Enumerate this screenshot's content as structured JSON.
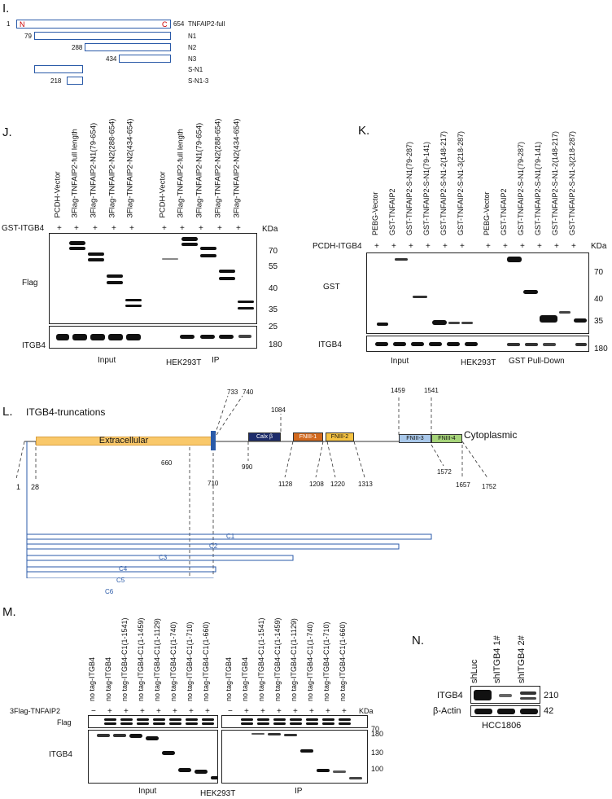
{
  "panel_i": {
    "letter": "I.",
    "start": "1",
    "end": "654",
    "full_label": "TNFAIP2-full",
    "n_label": "N",
    "c_label": "C",
    "constructs": [
      {
        "name": "N1",
        "start": "79"
      },
      {
        "name": "N2",
        "start": "288"
      },
      {
        "name": "N3",
        "start": "434"
      },
      {
        "name": "S-N1",
        "start": ""
      },
      {
        "name": "S-N1-3",
        "start": "218"
      }
    ]
  },
  "panel_j": {
    "letter": "J.",
    "plus": "+",
    "lanes": [
      "PCDH-Vector",
      "3Flag-TNFAIP2-full length",
      "3Flag-TNFAIP2-N1(79-654)",
      "3Flag-TNFAIP2-N2(288-654)",
      "3Flag-TNFAIP2-N2(434-654)",
      "PCDH-Vector",
      "3Flag-TNFAIP2-full length",
      "3Flag-TNFAIP2-N1(79-654)",
      "3Flag-TNFAIP2-N2(288-654)",
      "3Flag-TNFAIP2-N2(434-654)"
    ],
    "row_label": "GST-ITGB4",
    "kda": "KDa",
    "blot1": "Flag",
    "blot2": "ITGB4",
    "markers": [
      "70",
      "55",
      "40",
      "35",
      "25"
    ],
    "marker2": "180",
    "input": "Input",
    "cell": "HEK293T",
    "ip": "IP"
  },
  "panel_k": {
    "letter": "K.",
    "plus": "+",
    "lanes": [
      "PEBG-Vector",
      "GST-TNFAIP2",
      "GST-TNFAIP2-S-N1(79-287)",
      "GST-TNFAIP2-S-N1(79-141)",
      "GST-TNFAIP2-S-N1-2(148-217)",
      "GST-TNFAIP2-S-N1-3(218-287)",
      "PEBG-Vector",
      "GST-TNFAIP2",
      "GST-TNFAIP2-S-N1(79-287)",
      "GST-TNFAIP2-S-N1(79-141)",
      "GST-TNFAIP2-S-N1-2(148-217)",
      "GST-TNFAIP2-S-N1-3(218-287)"
    ],
    "row_label": "PCDH-ITGB4",
    "kda": "KDa",
    "blot1": "GST",
    "blot2": "ITGB4",
    "markers": [
      "70",
      "40",
      "35"
    ],
    "marker2": "180",
    "input": "Input",
    "cell": "HEK293T",
    "pulldown": "GST Pull-Down"
  },
  "panel_l": {
    "letter": "L.",
    "title": "ITGB4-truncations",
    "extracellular": "Extracellular",
    "calx": "Calx β",
    "f1": "FNIII-1",
    "f2": "FNIII-2",
    "f3": "FNIII-3",
    "f4": "FNIII-4",
    "cyto": "Cytoplasmic",
    "positions": {
      "p1": "1",
      "p28": "28",
      "p660": "660",
      "p710": "710",
      "p733": "733",
      "p740": "740",
      "p990": "990",
      "p1084": "1084",
      "p1128": "1128",
      "p1208": "1208",
      "p1220": "1220",
      "p1313": "1313",
      "p1459": "1459",
      "p1541": "1541",
      "p1572": "1572",
      "p1657": "1657",
      "p1752": "1752"
    },
    "constructs": [
      "C1",
      "C2",
      "C3",
      "C4",
      "C5",
      "C6"
    ],
    "colors": {
      "extracellular": "#f9c86a",
      "tm": "#2a5aa8",
      "calx": "#1d2c6b",
      "fn1": "#d2691e",
      "fn2": "#f5c242",
      "fn3": "#a9c8ea",
      "fn4": "#a6d47a",
      "line": "#2a5aa8"
    }
  },
  "panel_m": {
    "letter": "M.",
    "lanes": [
      "no tag-ITGB4",
      "no tag-ITGB4",
      "no tag-ITGB4-C1(1-1541)",
      "no tag-ITGB4-C1(1-1459)",
      "no tag-ITGB4-C1(1-1129)",
      "no tag-ITGB4-C1(1-740)",
      "no tag-ITGB4-C1(1-710)",
      "no tag-ITGB4-C1(1-660)",
      "no tag-ITGB4",
      "no tag-ITGB4",
      "no tag-ITGB4-C1(1-1541)",
      "no tag-ITGB4-C1(1-1459)",
      "no tag-ITGB4-C1(1-1129)",
      "no tag-ITGB4-C1(1-740)",
      "no tag-ITGB4-C1(1-710)",
      "no tag-ITGB4-C1(1-660)"
    ],
    "signs": [
      "−",
      "+",
      "+",
      "+",
      "+",
      "+",
      "+",
      "+",
      "−",
      "+",
      "+",
      "+",
      "+",
      "+",
      "+",
      "+"
    ],
    "row_label": "3Flag-TNFAIP2",
    "kda": "KDa",
    "blot1": "Flag",
    "blot2": "ITGB4",
    "marker1": "70",
    "markers": [
      "180",
      "130",
      "100"
    ],
    "input": "Input",
    "cell": "HEK293T",
    "ip": "IP"
  },
  "panel_n": {
    "letter": "N.",
    "lanes": [
      "shLuc",
      "shITGB4 1#",
      "shITGB4 2#"
    ],
    "blot1": "ITGB4",
    "blot2": "β-Actin",
    "m1": "210",
    "m2": "42",
    "cell": "HCC1806"
  }
}
